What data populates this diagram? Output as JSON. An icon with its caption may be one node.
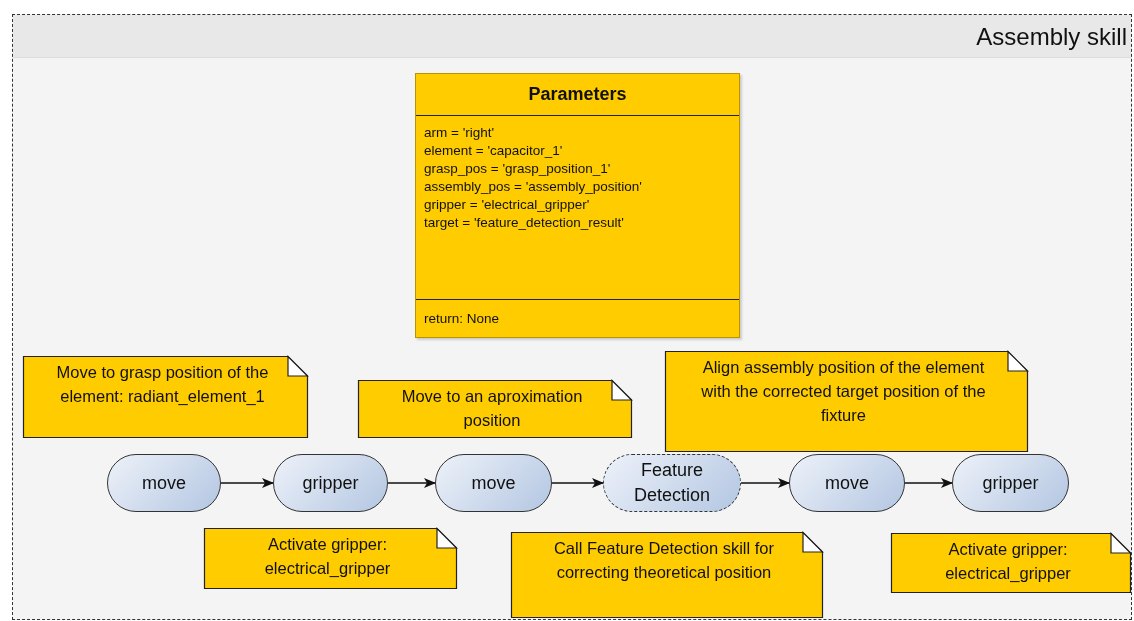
{
  "diagram": {
    "nodes": [
      {
        "text": [
          "Assembly skill"
        ]
      },
      {
        "text": [
          "Parameters",
          "arm = 'right'",
          "element = 'capacitor_1'",
          "grasp_pos = 'grasp_position_1'",
          "assembly_pos = 'assembly_position'",
          "gripper = 'electrical_gripper'",
          "target = 'feature_detection_result'",
          "return: None"
        ],
        "in": 0
      },
      {
        "text": [
          "Move to grasp position of the element: radiant_element_1"
        ],
        "in": 0
      },
      {
        "text": [
          "Move to an aproximation position"
        ],
        "in": 0
      },
      {
        "text": [
          "Align assembly position of the element with the corrected target position of the fixture"
        ],
        "in": 0
      },
      {
        "text": [
          "move"
        ],
        "in": 0
      },
      {
        "text": [
          "gripper"
        ],
        "in": 0
      },
      {
        "text": [
          "move"
        ],
        "in": 0
      },
      {
        "text": [
          "Feature Detection"
        ],
        "in": 0
      },
      {
        "text": [
          "move"
        ],
        "in": 0
      },
      {
        "text": [
          "gripper"
        ],
        "in": 0
      },
      {
        "text": [
          "Activate gripper: electrical_gripper"
        ],
        "in": 0
      },
      {
        "text": [
          "Call Feature Detection skill for correcting theoretical position"
        ],
        "in": 0
      },
      {
        "text": [
          "Activate gripper: electrical_gripper"
        ],
        "in": 0
      }
    ],
    "edges": [
      {
        "from": 5,
        "to": 6,
        "arrow": "to"
      },
      {
        "from": 6,
        "to": 7,
        "arrow": "to"
      },
      {
        "from": 7,
        "to": 8,
        "arrow": "to"
      },
      {
        "from": 8,
        "to": 9,
        "arrow": "to"
      },
      {
        "from": 9,
        "to": 10,
        "arrow": "to"
      }
    ]
  }
}
